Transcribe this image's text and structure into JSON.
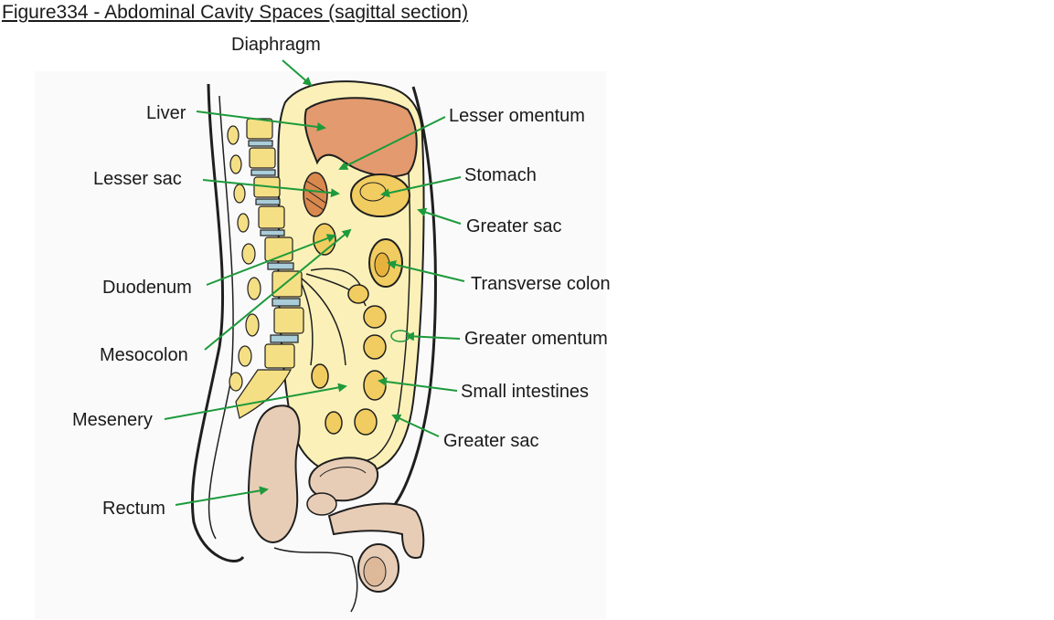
{
  "figure": {
    "title": "Figure334 - Abdominal Cavity Spaces (sagittal section)"
  },
  "labels": {
    "diaphragm": "Diaphragm",
    "liver": "Liver",
    "lesser_omentum": "Lesser omentum",
    "lesser_sac": "Lesser sac",
    "stomach": "Stomach",
    "greater_sac_upper": "Greater sac",
    "duodenum": "Duodenum",
    "transverse_colon": "Transverse colon",
    "greater_omentum": "Greater omentum",
    "mesocolon": "Mesocolon",
    "small_intestines": "Small intestines",
    "mesenery": "Mesenery",
    "greater_sac_lower": "Greater sac",
    "rectum": "Rectum"
  },
  "colors": {
    "arrow": "#1e9a3c",
    "peritoneum": "#fbf1b8",
    "organ": "#f1cc60",
    "liver": "#e39a6e",
    "muscle": "#e8cdb6",
    "vertebra": "#f5df84",
    "disc": "#a9cdd9",
    "outline": "#1f1f1f"
  }
}
